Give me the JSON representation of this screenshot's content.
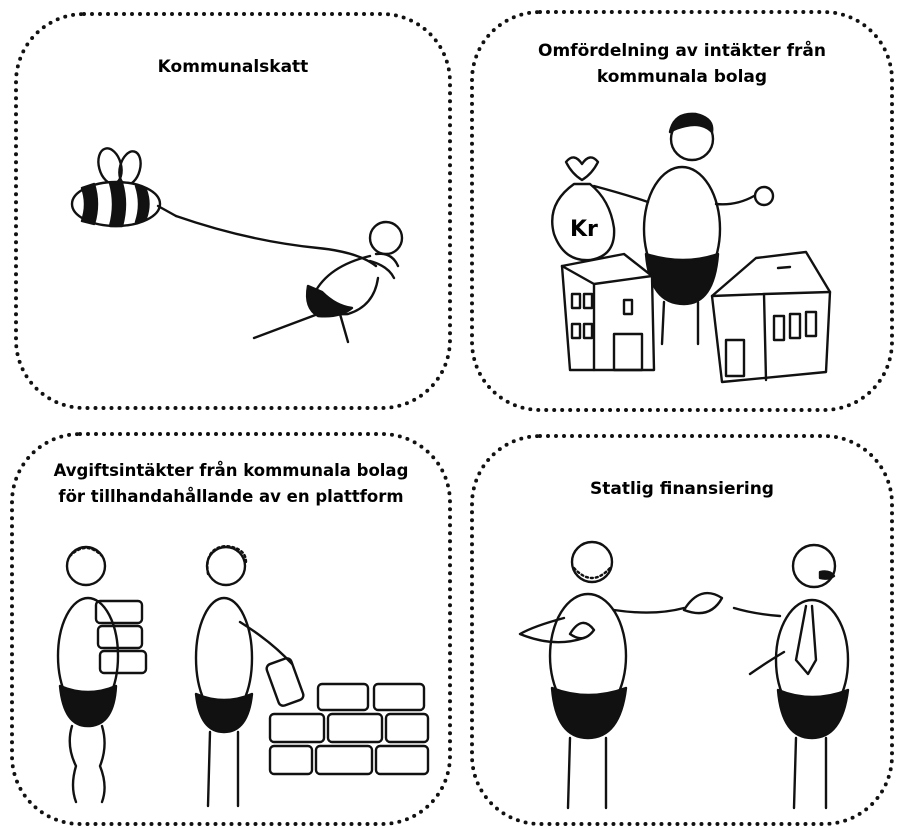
{
  "panels": [
    {
      "id": "kommunalskatt",
      "title": "Kommunalskatt"
    },
    {
      "id": "omfordelning",
      "title_line1": "Omfördelning av intäkter från",
      "title_line2": "kommunala bolag",
      "bag_label": "Kr"
    },
    {
      "id": "avgiftsintakter",
      "title_line1": "Avgiftsintäkter från kommunala bolag",
      "title_line2": "för tillhandahållande av en plattform"
    },
    {
      "id": "statlig",
      "title": "Statlig finansiering"
    }
  ]
}
